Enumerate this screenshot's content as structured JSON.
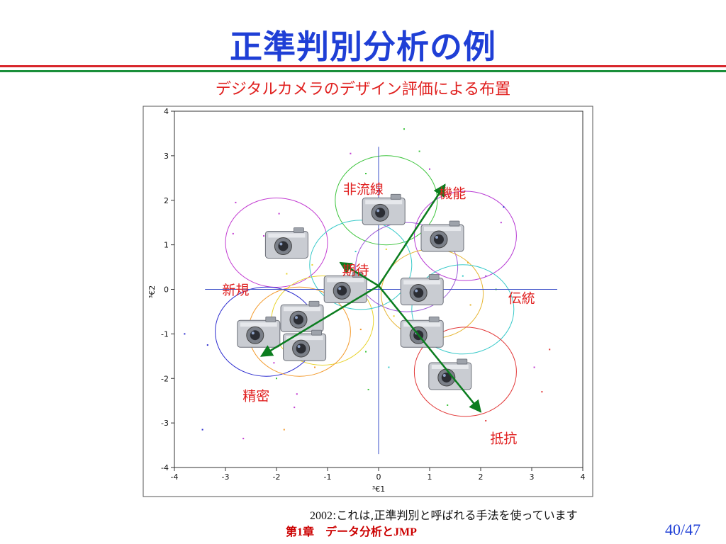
{
  "slide": {
    "title": "正準判別分析の例",
    "subtitle": "デジタルカメラのデザイン評価による布置",
    "note_year": "2002",
    "note_text": ":これは,正準判別と呼ばれる手法を使っています",
    "footer": "第1章　データ分析とJMP",
    "page_number": "40/47"
  },
  "chart_data": {
    "type": "scatter",
    "xlabel": "³€1",
    "ylabel": "³€2",
    "xlim": [
      -4,
      4
    ],
    "ylim": [
      -4,
      4
    ],
    "x_ticks": [
      "-4",
      "-3",
      "-2",
      "-1",
      "0",
      "1",
      "2",
      "3",
      "4"
    ],
    "y_ticks": [
      "4",
      "3",
      "2",
      "1",
      "0",
      "-1",
      "-2",
      "-3",
      "-4"
    ],
    "reference_lines": {
      "x": 0,
      "y": 0,
      "color": "#3a4fc8"
    },
    "vectors": [
      {
        "label": "非流線",
        "to": [
          1.3,
          2.35
        ]
      },
      {
        "label": "機能",
        "to": [
          1.3,
          2.35
        ]
      },
      {
        "label": "期待",
        "to": [
          -0.75,
          0.6
        ]
      },
      {
        "label": "新規",
        "to": [
          -2.3,
          -1.5
        ]
      },
      {
        "label": "精密",
        "to": [
          -2.3,
          -1.5
        ]
      },
      {
        "label": "伝統",
        "to": [
          2.0,
          -2.75
        ]
      },
      {
        "label": "抵抗",
        "to": [
          2.0,
          -2.75
        ]
      }
    ],
    "vector_color": "#0b7d1f",
    "labels": [
      {
        "text": "非流線",
        "x": -0.3,
        "y": 2.15
      },
      {
        "text": "機能",
        "x": 1.45,
        "y": 2.05
      },
      {
        "text": "期待",
        "x": -0.45,
        "y": 0.33
      },
      {
        "text": "新規",
        "x": -2.8,
        "y": -0.12
      },
      {
        "text": "伝統",
        "x": 2.8,
        "y": -0.3
      },
      {
        "text": "精密",
        "x": -2.4,
        "y": -2.5
      },
      {
        "text": "抵抗",
        "x": 2.45,
        "y": -3.45
      }
    ],
    "label_color": "#e01f1f",
    "circles": [
      {
        "x": -2.0,
        "y": 1.05,
        "color": "#c23bd1"
      },
      {
        "x": 0.15,
        "y": 2.0,
        "color": "#3cc43c"
      },
      {
        "x": 1.7,
        "y": 1.2,
        "color": "#b83bd4"
      },
      {
        "x": -1.1,
        "y": -0.7,
        "color": "#e8d22a"
      },
      {
        "x": -0.35,
        "y": 0.55,
        "color": "#38c9c9"
      },
      {
        "x": 0.55,
        "y": 0.5,
        "color": "#9e5bd8"
      },
      {
        "x": 1.05,
        "y": -0.1,
        "color": "#e6b532"
      },
      {
        "x": 1.65,
        "y": -0.45,
        "color": "#38c9c9"
      },
      {
        "x": -2.2,
        "y": -0.95,
        "color": "#2a2acf"
      },
      {
        "x": -1.55,
        "y": -0.95,
        "color": "#f39a2c"
      },
      {
        "x": 1.7,
        "y": -1.85,
        "color": "#e23838"
      }
    ],
    "cameras": [
      {
        "x": -1.8,
        "y": 1.05
      },
      {
        "x": 0.1,
        "y": 1.8
      },
      {
        "x": 1.25,
        "y": 1.2
      },
      {
        "x": -0.65,
        "y": 0.05
      },
      {
        "x": 0.85,
        "y": 0.0
      },
      {
        "x": -1.5,
        "y": -0.6
      },
      {
        "x": -2.35,
        "y": -0.95
      },
      {
        "x": -1.45,
        "y": -1.25
      },
      {
        "x": 0.85,
        "y": -0.95
      },
      {
        "x": 1.4,
        "y": -1.9
      }
    ],
    "points": [
      {
        "x": 0.5,
        "y": 3.6,
        "c": "#3cc43c"
      },
      {
        "x": -0.55,
        "y": 3.05,
        "c": "#c23bd1"
      },
      {
        "x": 0.8,
        "y": 3.1,
        "c": "#3cc43c"
      },
      {
        "x": -0.25,
        "y": 2.6,
        "c": "#3cc43c"
      },
      {
        "x": 1.0,
        "y": 2.7,
        "c": "#b83bd4"
      },
      {
        "x": -2.8,
        "y": 1.95,
        "c": "#c23bd1"
      },
      {
        "x": -1.95,
        "y": 1.7,
        "c": "#c23bd1"
      },
      {
        "x": -2.25,
        "y": 1.2,
        "c": "#c23bd1"
      },
      {
        "x": -2.85,
        "y": 1.25,
        "c": "#c23bd1"
      },
      {
        "x": 2.4,
        "y": 1.5,
        "c": "#b83bd4"
      },
      {
        "x": 2.45,
        "y": 1.85,
        "c": "#2a2acf"
      },
      {
        "x": 2.1,
        "y": 0.3,
        "c": "#9e5bd8"
      },
      {
        "x": 1.75,
        "y": 0.6,
        "c": "#e6b532"
      },
      {
        "x": -0.45,
        "y": 0.85,
        "c": "#38c9c9"
      },
      {
        "x": 0.15,
        "y": 0.9,
        "c": "#e8d22a"
      },
      {
        "x": 1.65,
        "y": 0.3,
        "c": "#38c9c9"
      },
      {
        "x": 2.3,
        "y": 0.0,
        "c": "#3cc43c"
      },
      {
        "x": 1.8,
        "y": -0.35,
        "c": "#e6b532"
      },
      {
        "x": 0.3,
        "y": -0.6,
        "c": "#e8d22a"
      },
      {
        "x": -0.35,
        "y": -0.9,
        "c": "#f39a2c"
      },
      {
        "x": -0.25,
        "y": -1.4,
        "c": "#3cc43c"
      },
      {
        "x": -3.35,
        "y": -1.25,
        "c": "#2a2acf"
      },
      {
        "x": -3.8,
        "y": -1.0,
        "c": "#2a2acf"
      },
      {
        "x": -2.05,
        "y": -1.65,
        "c": "#c23bd1"
      },
      {
        "x": -1.6,
        "y": -2.35,
        "c": "#c23bd1"
      },
      {
        "x": -1.25,
        "y": -1.75,
        "c": "#f39a2c"
      },
      {
        "x": -2.0,
        "y": -2.0,
        "c": "#3cc43c"
      },
      {
        "x": -0.2,
        "y": -2.25,
        "c": "#3cc43c"
      },
      {
        "x": 0.2,
        "y": -1.75,
        "c": "#38c9c9"
      },
      {
        "x": -1.65,
        "y": -2.65,
        "c": "#c23bd1"
      },
      {
        "x": 3.35,
        "y": -1.35,
        "c": "#e23838"
      },
      {
        "x": 3.05,
        "y": -1.75,
        "c": "#c23bd1"
      },
      {
        "x": 3.2,
        "y": -2.3,
        "c": "#e23838"
      },
      {
        "x": 1.35,
        "y": -2.6,
        "c": "#3cc43c"
      },
      {
        "x": 2.1,
        "y": -2.95,
        "c": "#e23838"
      },
      {
        "x": -3.45,
        "y": -3.15,
        "c": "#2a2acf"
      },
      {
        "x": -1.85,
        "y": -3.15,
        "c": "#f39a2c"
      },
      {
        "x": -2.65,
        "y": -3.35,
        "c": "#c23bd1"
      },
      {
        "x": 0.0,
        "y": 1.35,
        "c": "#e8d22a"
      },
      {
        "x": -1.3,
        "y": 0.55,
        "c": "#e8d22a"
      },
      {
        "x": 1.0,
        "y": -1.35,
        "c": "#e6b532"
      },
      {
        "x": -1.8,
        "y": 0.35,
        "c": "#e8d22a"
      }
    ]
  }
}
